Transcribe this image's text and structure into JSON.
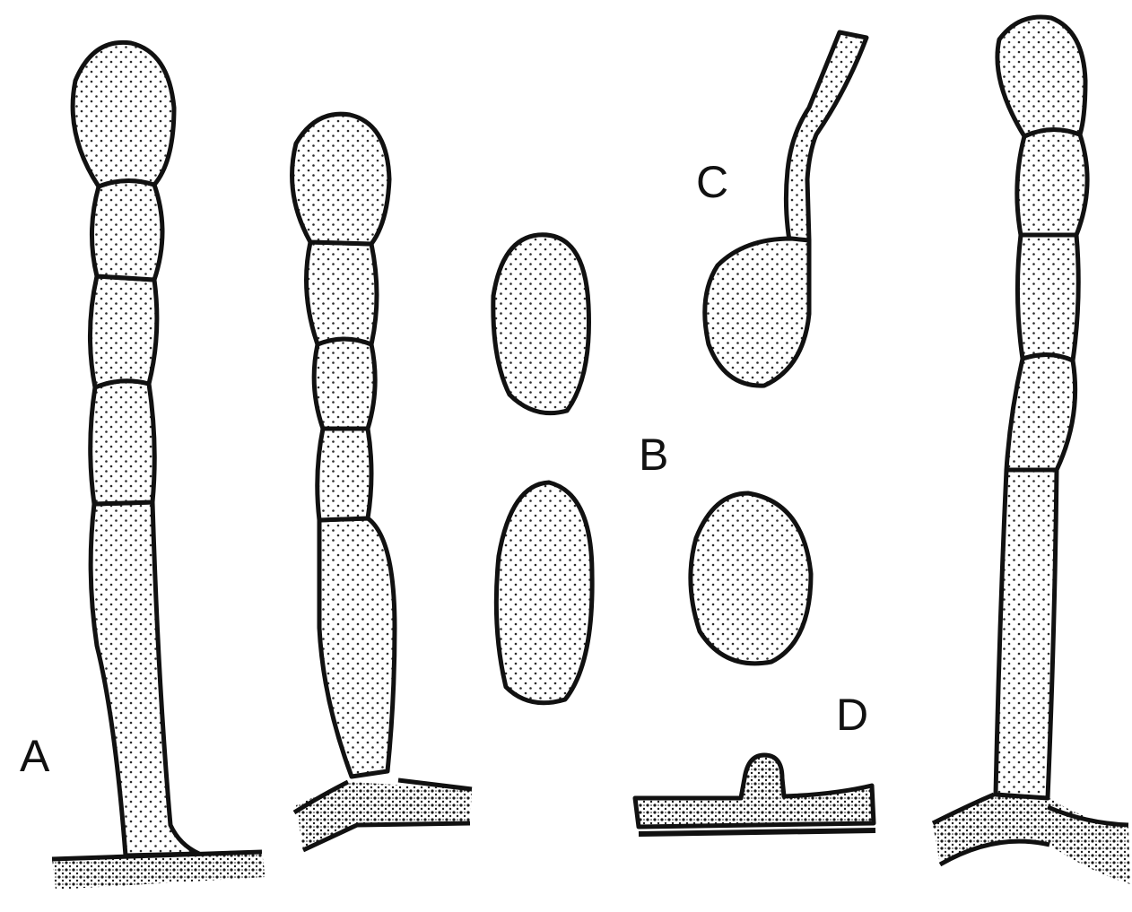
{
  "labels": {
    "a": "A",
    "b": "B",
    "c": "C",
    "d": "D"
  },
  "colors": {
    "ink": "#111111",
    "stipple": "#2a2a2a",
    "paper": "#ffffff"
  }
}
